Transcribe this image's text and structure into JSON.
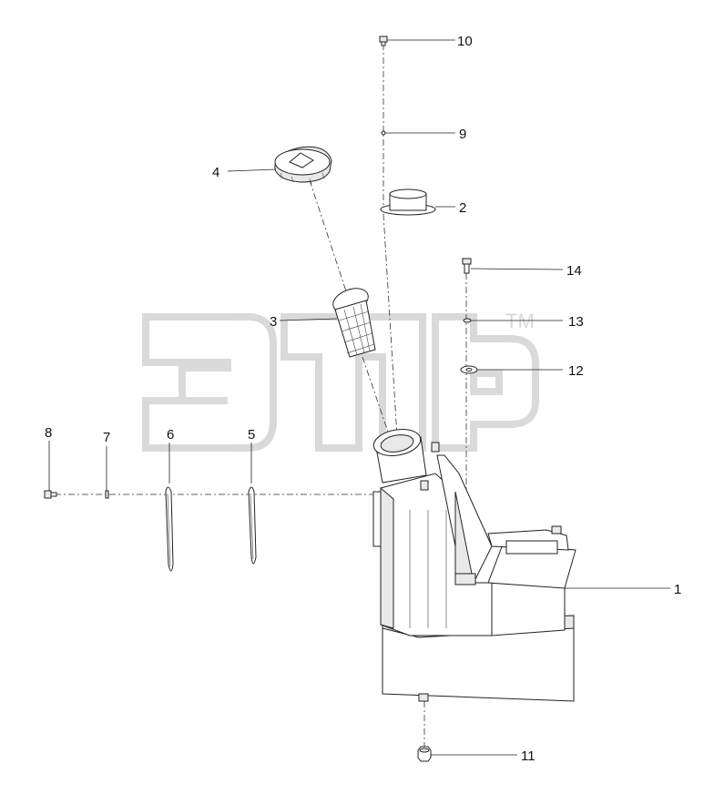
{
  "watermark": {
    "text": "Этп",
    "trademark": "TM"
  },
  "callouts": [
    {
      "id": "c1",
      "label": "1"
    },
    {
      "id": "c2",
      "label": "2"
    },
    {
      "id": "c3",
      "label": "3"
    },
    {
      "id": "c4",
      "label": "4"
    },
    {
      "id": "c5",
      "label": "5"
    },
    {
      "id": "c6",
      "label": "6"
    },
    {
      "id": "c7",
      "label": "7"
    },
    {
      "id": "c8",
      "label": "8"
    },
    {
      "id": "c9",
      "label": "9"
    },
    {
      "id": "c10",
      "label": "10"
    },
    {
      "id": "c11",
      "label": "11"
    },
    {
      "id": "c12",
      "label": "12"
    },
    {
      "id": "c13",
      "label": "13"
    },
    {
      "id": "c14",
      "label": "14"
    }
  ]
}
